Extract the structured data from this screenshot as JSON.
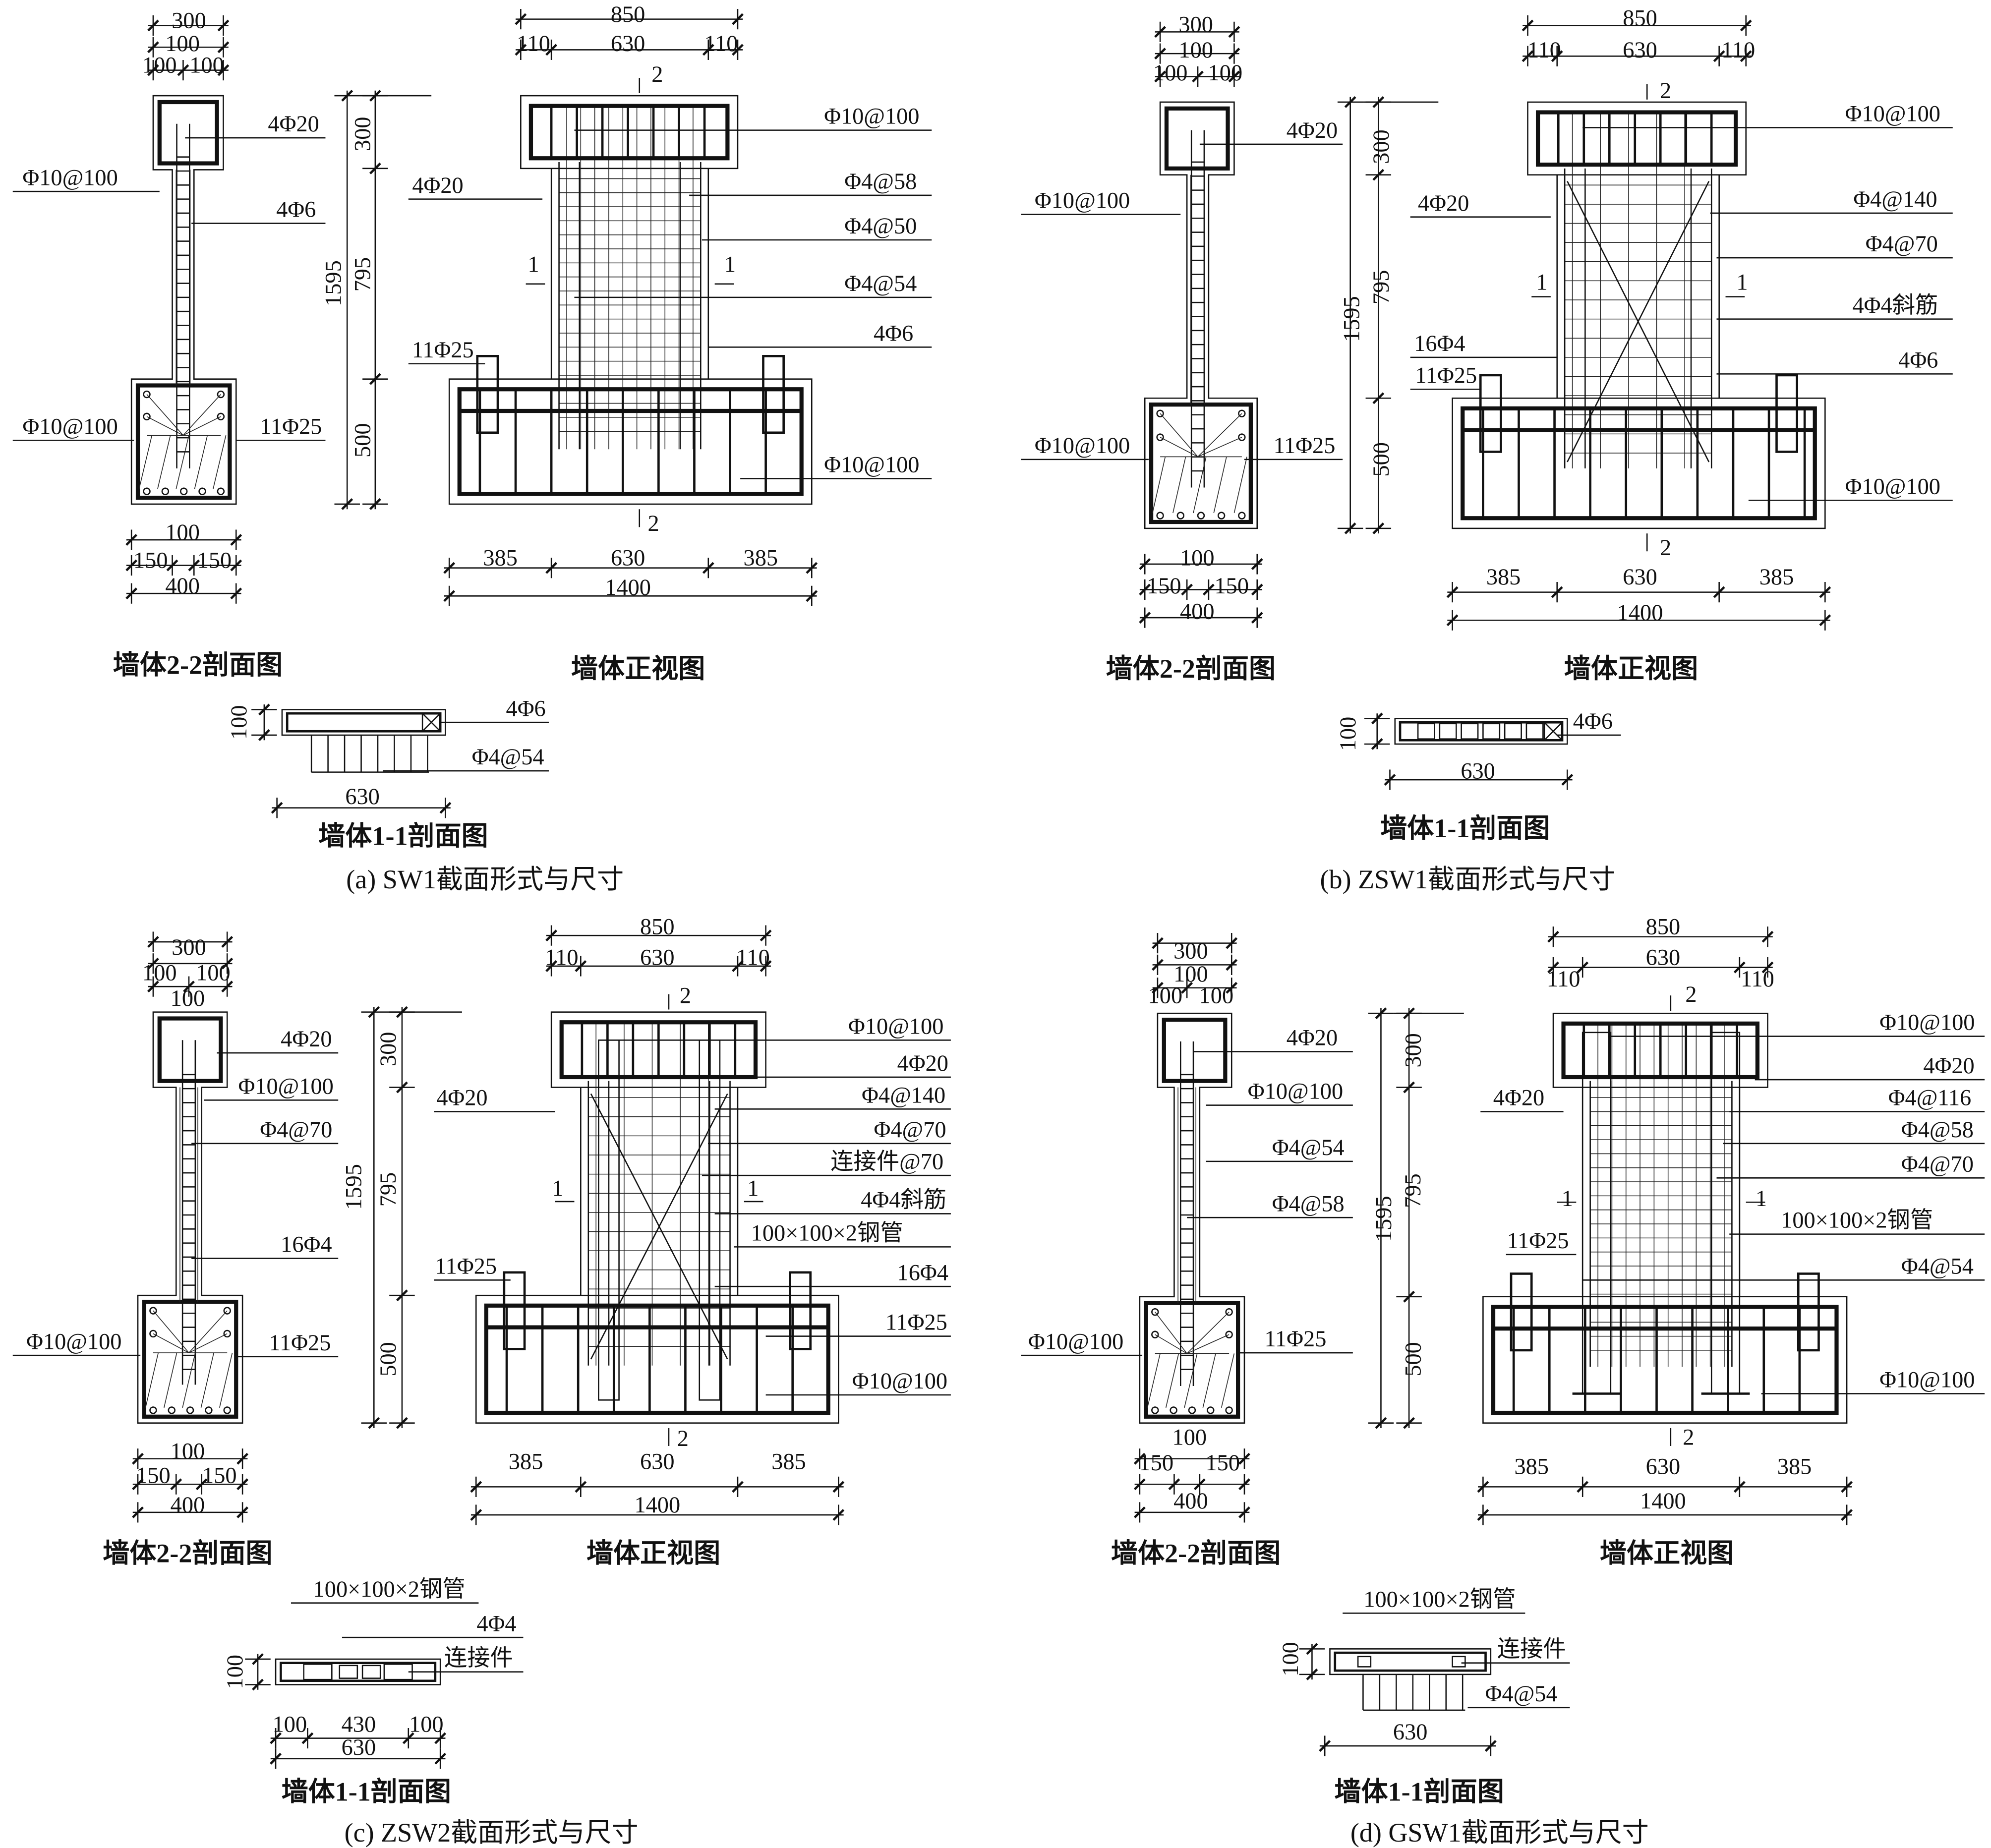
{
  "figure": {
    "panels": [
      {
        "id": "a",
        "caption": "(a) SW1截面形式与尺寸",
        "section22_title": "墙体2-2剖面图",
        "front_title": "墙体正视图",
        "section11_title": "墙体1-1剖面图",
        "sec22_labels": [
          "300",
          "100",
          "100",
          "100",
          "4Φ20",
          "Φ10@100",
          "4Φ6",
          "Φ10@100",
          "11Φ25",
          "100",
          "150",
          "150",
          "400"
        ],
        "front_labels": [
          "850",
          "110",
          "630",
          "110",
          "2",
          "Φ10@100",
          "4Φ20",
          "Φ4@58",
          "Φ4@50",
          "Φ4@54",
          "4Φ6",
          "11Φ25",
          "1",
          "1",
          "1595",
          "300",
          "795",
          "500",
          "Φ10@100",
          "2",
          "385",
          "630",
          "385",
          "1400"
        ],
        "sec11_labels": [
          "100",
          "4Φ6",
          "Φ4@54",
          "630"
        ]
      },
      {
        "id": "b",
        "caption": "(b) ZSW1截面形式与尺寸",
        "section22_title": "墙体2-2剖面图",
        "front_title": "墙体正视图",
        "section11_title": "墙体1-1剖面图",
        "sec22_labels": [
          "300",
          "100",
          "100",
          "100",
          "4Φ20",
          "Φ10@100",
          "Φ10@100",
          "11Φ25",
          "100",
          "150",
          "150",
          "400"
        ],
        "front_labels": [
          "850",
          "110",
          "630",
          "110",
          "2",
          "Φ10@100",
          "4Φ20",
          "Φ4@140",
          "Φ4@70",
          "1",
          "1",
          "4Φ4斜筋",
          "16Φ4",
          "4Φ6",
          "11Φ25",
          "Φ10@100",
          "1595",
          "300",
          "795",
          "500",
          "2",
          "385",
          "630",
          "385",
          "1400"
        ],
        "sec11_labels": [
          "100",
          "4Φ6",
          "630"
        ]
      },
      {
        "id": "c",
        "caption": "(c) ZSW2截面形式与尺寸",
        "section22_title": "墙体2-2剖面图",
        "front_title": "墙体正视图",
        "section11_title": "墙体1-1剖面图",
        "sec22_labels": [
          "300",
          "100",
          "100",
          "100",
          "4Φ20",
          "Φ10@100",
          "Φ4@70",
          "16Φ4",
          "Φ10@100",
          "11Φ25",
          "100",
          "150",
          "150",
          "400"
        ],
        "front_labels": [
          "850",
          "110",
          "630",
          "110",
          "2",
          "Φ10@100",
          "4Φ20",
          "4Φ20",
          "Φ4@140",
          "Φ4@70",
          "连接件@70",
          "1",
          "1",
          "4Φ4斜筋",
          "100×100×2钢管",
          "1595",
          "300",
          "795",
          "500",
          "11Φ25",
          "16Φ4",
          "11Φ25",
          "Φ10@100",
          "2",
          "385",
          "630",
          "385",
          "1400"
        ],
        "sec11_labels": [
          "100×100×2钢管",
          "4Φ4",
          "100",
          "连接件",
          "100",
          "430",
          "100",
          "630"
        ]
      },
      {
        "id": "d",
        "caption": "(d) GSW1截面形式与尺寸",
        "section22_title": "墙体2-2剖面图",
        "front_title": "墙体正视图",
        "section11_title": "墙体1-1剖面图",
        "sec22_labels": [
          "300",
          "100",
          "100",
          "100",
          "4Φ20",
          "Φ10@100",
          "Φ4@54",
          "Φ4@58",
          "Φ10@100",
          "11Φ25",
          "100",
          "150",
          "150",
          "400"
        ],
        "front_labels": [
          "850",
          "630",
          "110",
          "110",
          "2",
          "Φ10@100",
          "4Φ20",
          "4Φ20",
          "Φ4@116",
          "Φ4@58",
          "Φ4@70",
          "1",
          "1",
          "100×100×2钢管",
          "11Φ25",
          "Φ4@54",
          "Φ10@100",
          "1595",
          "300",
          "795",
          "500",
          "2",
          "385",
          "630",
          "385",
          "1400"
        ],
        "sec11_labels": [
          "100×100×2钢管",
          "连接件",
          "100",
          "Φ4@54",
          "630"
        ]
      }
    ]
  }
}
